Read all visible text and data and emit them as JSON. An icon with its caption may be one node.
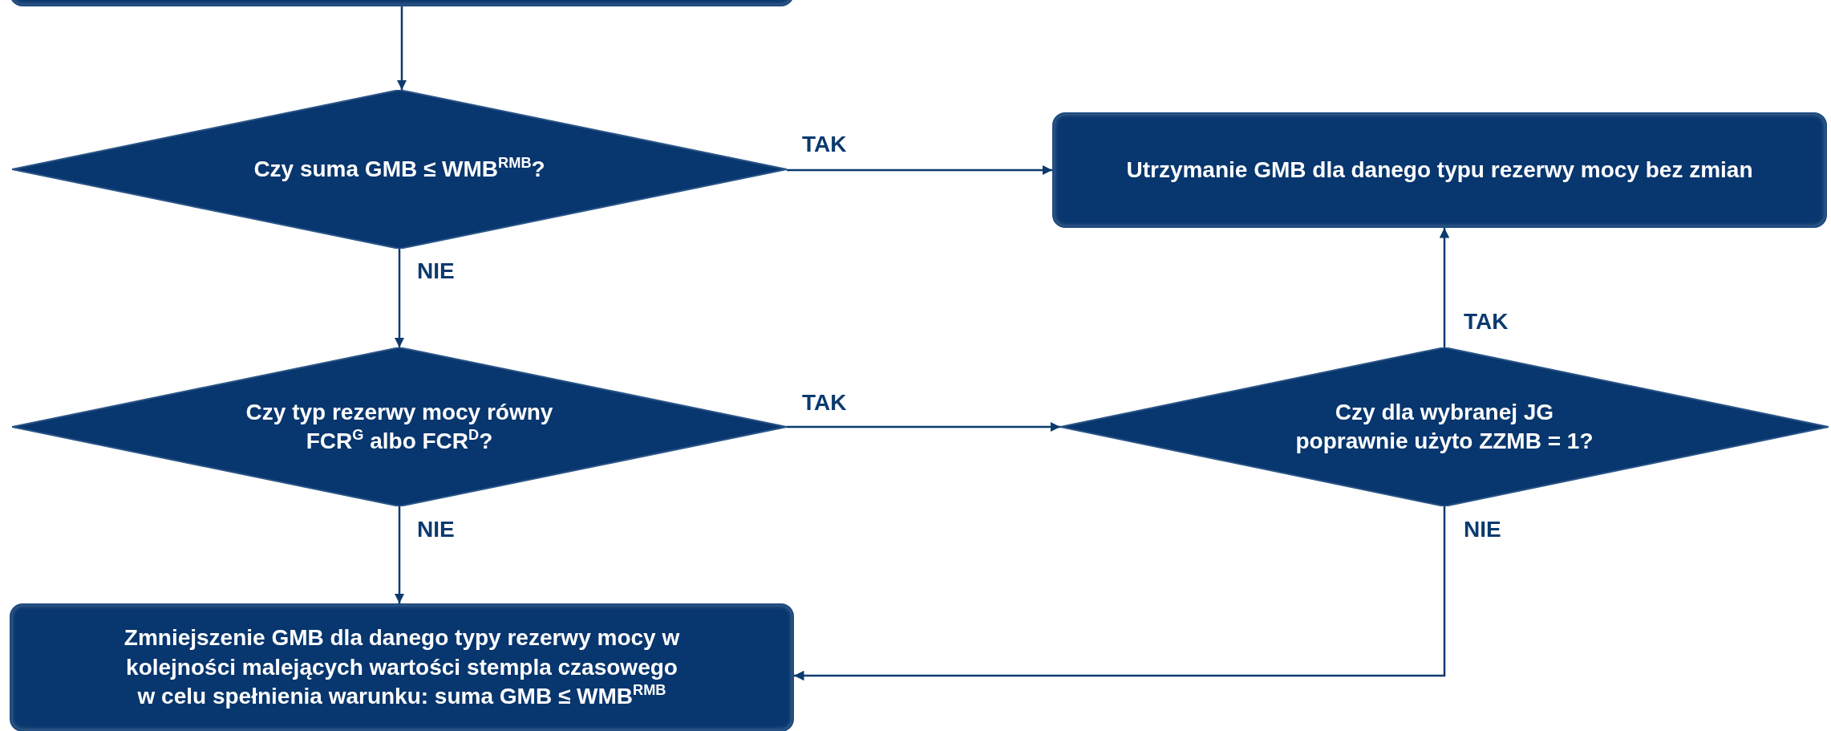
{
  "diagram": {
    "nodes": [
      {
        "text": [],
        "shape": "box"
      },
      {
        "text": [
          "Czy suma GMB ≤ WMB$^{RMB}$?"
        ]
      },
      {
        "text": [
          "Utrzymanie GMB dla danego typu rezerwy mocy bez zmian"
        ]
      },
      {
        "text": [
          "Czy typ rezerwy mocy równy FCR$^{G}$ albo FCR$^{D}$?"
        ]
      },
      {
        "text": [
          "Czy dla wybranej JG poprawnie użyto ZZMB = 1?"
        ]
      },
      {
        "text": [
          "Zmniejszenie GMB dla danego typy rezerwy mocy w kolejności malejących wartości stempla czasowego w celu spełnienia warunku: suma GMB ≤ WMB$^{RMB}$"
        ]
      }
    ],
    "edges": [
      {
        "from": 0,
        "to": 1,
        "arrow": "to"
      },
      {
        "from": 1,
        "to": 2,
        "arrow": "to",
        "label": "TAK"
      },
      {
        "from": 1,
        "to": 3,
        "arrow": "to",
        "label": "NIE"
      },
      {
        "from": 3,
        "to": 4,
        "arrow": "to",
        "label": "TAK"
      },
      {
        "from": 3,
        "to": 5,
        "arrow": "to",
        "label": "NIE"
      },
      {
        "from": 4,
        "to": 2,
        "arrow": "to",
        "label": "TAK"
      },
      {
        "from": 4,
        "to": 5,
        "arrow": "to",
        "label": "NIE"
      }
    ]
  }
}
